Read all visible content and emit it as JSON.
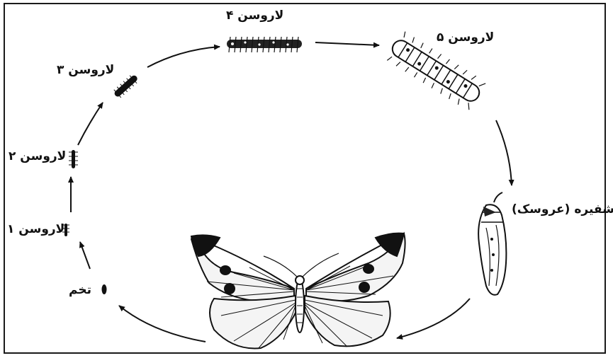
{
  "diagram": {
    "stages": {
      "egg": "تخم",
      "larva1": "لاروسن ۱",
      "larva2": "لاروسن ۲",
      "larva3": "لاروسن ۳",
      "larva4": "لاروسن ۴",
      "larva5": "لاروسن ۵",
      "pupa": "شفیره (عروسک)"
    },
    "colors": {
      "ink": "#111111",
      "wing": "#f4f4f4",
      "frame": "#1a1a1a"
    }
  }
}
